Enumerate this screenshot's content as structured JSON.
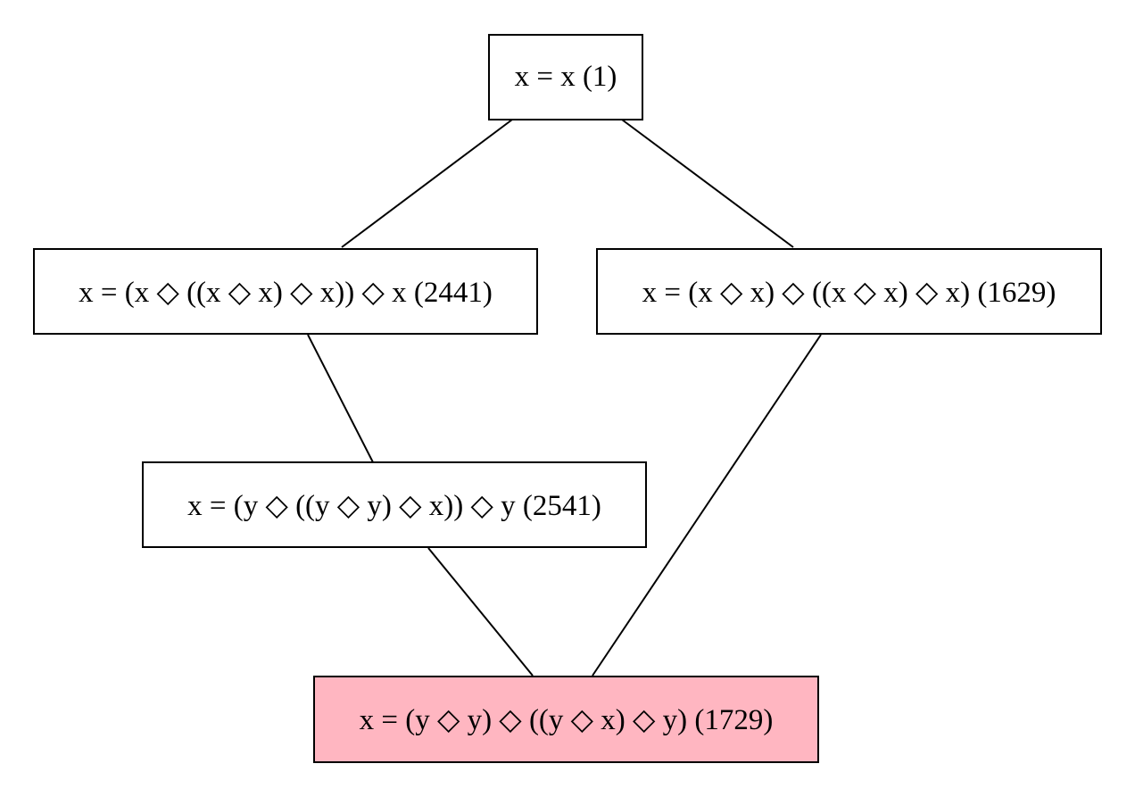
{
  "diagram": {
    "nodes": [
      {
        "id": "n1",
        "label": "x = x (1)",
        "highlighted": false
      },
      {
        "id": "n2441",
        "label": "x = (x ◇ ((x ◇ x) ◇ x)) ◇ x (2441)",
        "highlighted": false
      },
      {
        "id": "n1629",
        "label": "x = (x ◇ x) ◇ ((x ◇ x) ◇ x) (1629)",
        "highlighted": false
      },
      {
        "id": "n2541",
        "label": "x = (y ◇ ((y ◇ y) ◇ x)) ◇ y (2541)",
        "highlighted": false
      },
      {
        "id": "n1729",
        "label": "x = (y ◇ y) ◇ ((y ◇ x) ◇ y) (1729)",
        "highlighted": true
      }
    ],
    "edges": [
      {
        "from": "n1",
        "to": "n2441"
      },
      {
        "from": "n1",
        "to": "n1629"
      },
      {
        "from": "n2441",
        "to": "n2541"
      },
      {
        "from": "n2541",
        "to": "n1729"
      },
      {
        "from": "n1629",
        "to": "n1729"
      }
    ],
    "highlight_color": "#ffb6c1",
    "line_color": "#000000"
  }
}
